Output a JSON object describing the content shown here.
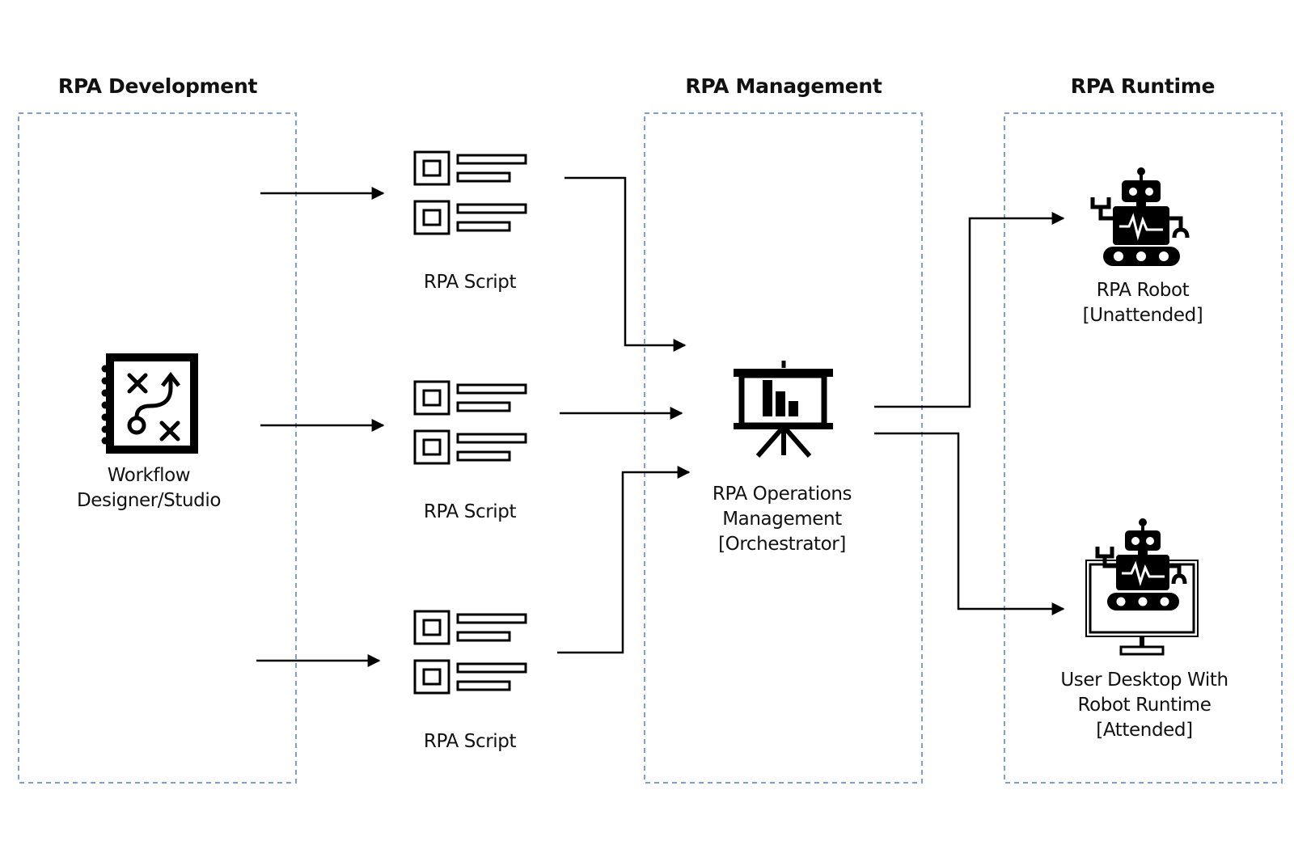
{
  "sections": {
    "development": {
      "title": "RPA Development"
    },
    "management": {
      "title": "RPA Management"
    },
    "runtime": {
      "title": "RPA Runtime"
    }
  },
  "nodes": {
    "workflow_designer": {
      "line1": "Workflow",
      "line2": "Designer/Studio",
      "icon": "workflow-designer-icon"
    },
    "script_1": {
      "label": "RPA Script",
      "icon": "script-icon"
    },
    "script_2": {
      "label": "RPA Script",
      "icon": "script-icon"
    },
    "script_3": {
      "label": "RPA Script",
      "icon": "script-icon"
    },
    "orchestrator": {
      "line1": "RPA Operations",
      "line2": "Management",
      "line3": "[Orchestrator]",
      "icon": "presentation-board-icon"
    },
    "robot_unattended": {
      "line1": "RPA Robot",
      "line2": "[Unattended]",
      "icon": "robot-icon"
    },
    "robot_attended": {
      "line1": "User Desktop With",
      "line2": "Robot Runtime",
      "line3": "[Attended]",
      "icon": "desktop-robot-icon"
    }
  },
  "colors": {
    "panel_border": "#7f9fce",
    "line": "#000000",
    "text": "#111111",
    "background": "#ffffff"
  }
}
